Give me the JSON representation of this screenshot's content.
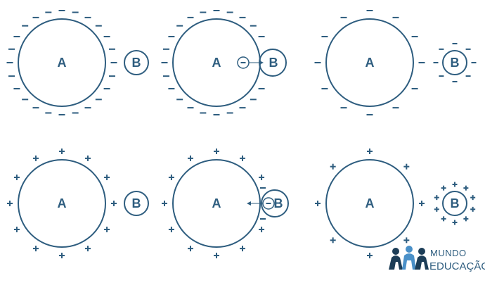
{
  "labels": {
    "large_sphere": "A",
    "small_sphere": "B"
  },
  "charge_symbols": {
    "negative": "−",
    "positive": "+"
  },
  "logo": {
    "line1": "MUNDO",
    "line2": "EDUCAÇÃO"
  },
  "colors": {
    "stroke": "#2e5d7f",
    "logo_dark": "#1c3d57",
    "logo_light": "#4a90c8"
  }
}
